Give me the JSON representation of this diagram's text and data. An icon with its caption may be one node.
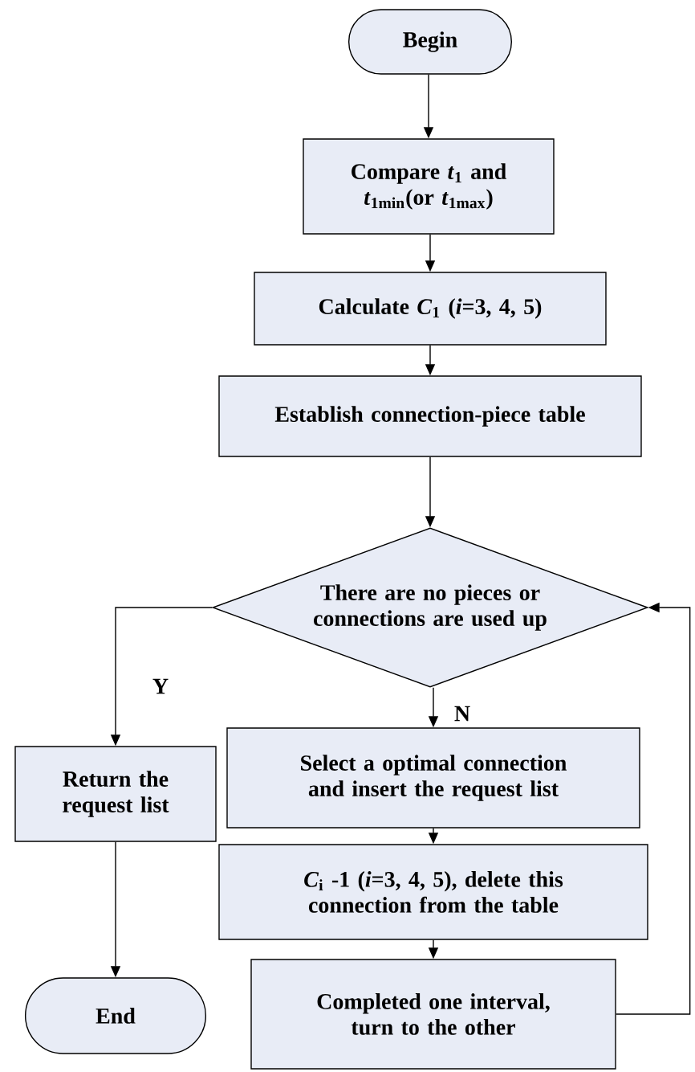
{
  "diagram": {
    "nodes": [
      {
        "text": [
          "Begin"
        ]
      },
      {
        "text": [
          "Compare *t*$_{1}$ and *t*$_{1min}$(or *t*$_{1max}$)"
        ]
      },
      {
        "text": [
          "Calculate *C*$_{1}$ (*i*=3, 4, 5)"
        ]
      },
      {
        "text": [
          "Establish connection-piece table"
        ]
      },
      {
        "text": [
          "There are no pieces or connections are used up"
        ]
      },
      {
        "text": [
          "Return the request list"
        ]
      },
      {
        "text": [
          "Select a optimal connection and insert the request list"
        ]
      },
      {
        "text": [
          "*C*$_{i}$ -1 (*i*=3, 4, 5), delete this connection from the table"
        ]
      },
      {
        "text": [
          "Completed one interval, turn to the other"
        ]
      },
      {
        "text": [
          "End"
        ]
      }
    ],
    "edges": [
      {
        "from": 0,
        "to": 1,
        "arrow": "to"
      },
      {
        "from": 1,
        "to": 2,
        "arrow": "to"
      },
      {
        "from": 2,
        "to": 3,
        "arrow": "to"
      },
      {
        "from": 3,
        "to": 4,
        "arrow": "to"
      },
      {
        "from": 4,
        "to": 5,
        "arrow": "to",
        "label": "Y"
      },
      {
        "from": 4,
        "to": 6,
        "arrow": "to",
        "label": "N"
      },
      {
        "from": 6,
        "to": 7,
        "arrow": "to"
      },
      {
        "from": 7,
        "to": 8,
        "arrow": "to"
      },
      {
        "from": 5,
        "to": 9,
        "arrow": "to"
      },
      {
        "from": 8,
        "to": 4,
        "arrow": "to"
      }
    ]
  }
}
